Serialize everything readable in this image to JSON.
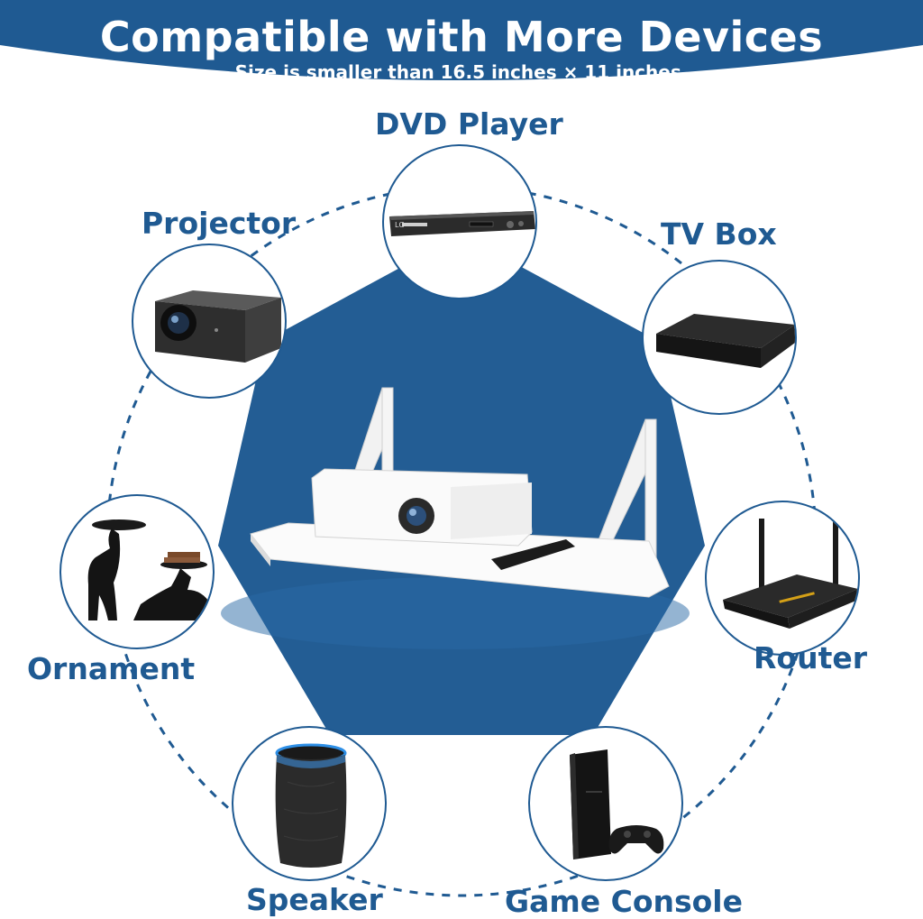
{
  "header": {
    "title": "Compatible with More Devices",
    "subtitle": "Size is smaller than 16.5 inches × 11 inches."
  },
  "devices": [
    {
      "label": "DVD Player",
      "icon": "dvd-player-icon",
      "brand": "LG"
    },
    {
      "label": "TV Box",
      "icon": "tv-box-icon"
    },
    {
      "label": "Router",
      "icon": "router-icon"
    },
    {
      "label": "Game Console",
      "icon": "game-console-icon"
    },
    {
      "label": "Speaker",
      "icon": "speaker-icon"
    },
    {
      "label": "Ornament",
      "icon": "ornament-icon"
    },
    {
      "label": "Projector",
      "icon": "projector-icon"
    }
  ],
  "center": {
    "icon": "wall-shelf-with-projector-icon"
  },
  "colors": {
    "brand_blue": "#1f5a92",
    "heptagon_blue": "#235d94",
    "white": "#ffffff"
  }
}
